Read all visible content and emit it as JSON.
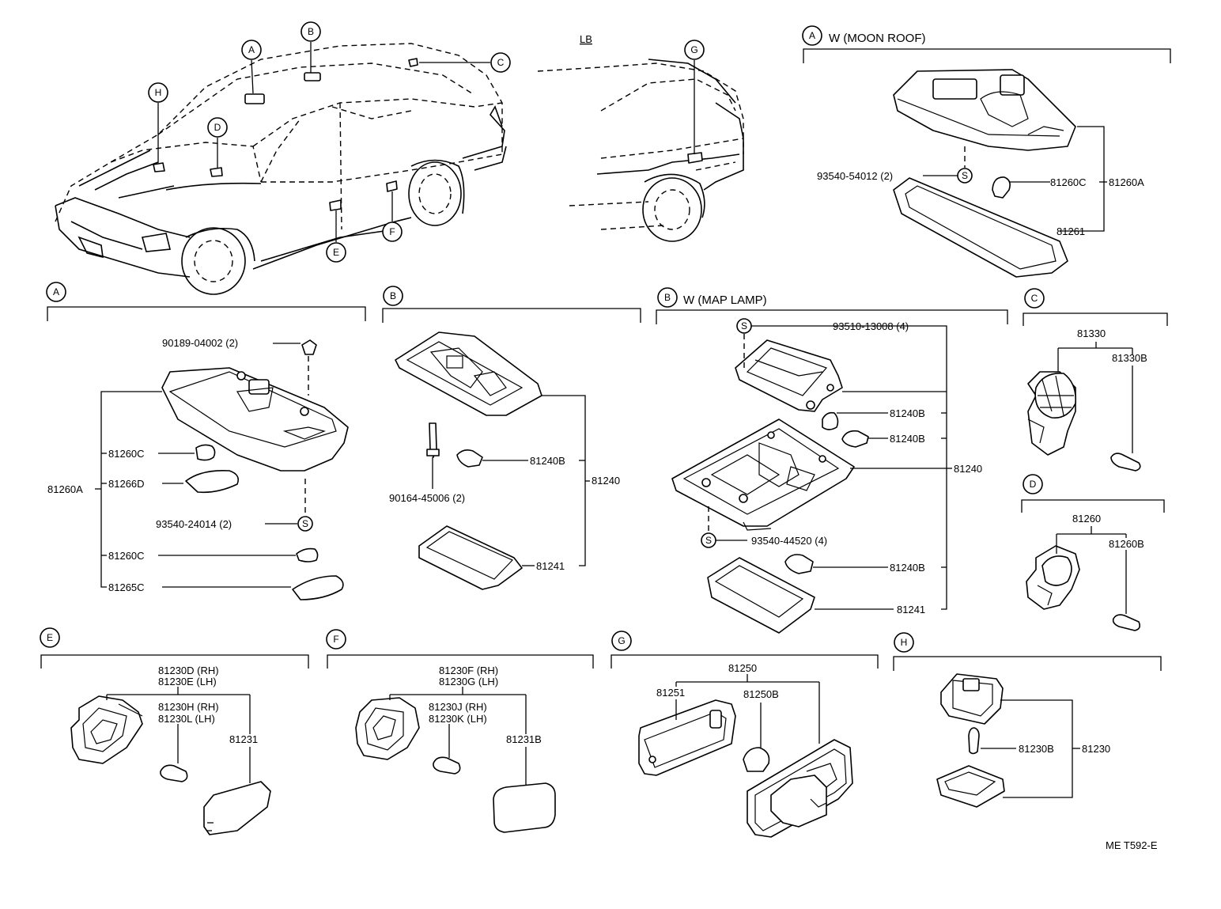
{
  "callouts": {
    "A": "A",
    "B": "B",
    "C": "C",
    "D": "D",
    "E": "E",
    "F": "F",
    "G": "G",
    "H": "H",
    "S": "S"
  },
  "car": {
    "lb_label": "LB"
  },
  "moonroof": {
    "title": "W (MOON ROOF)",
    "parts": {
      "screw": "93540-54012 (2)",
      "bulb": "81260C",
      "assy": "81260A",
      "lens": "81261"
    }
  },
  "dome_a": {
    "parts": {
      "clip": "90189-04002 (2)",
      "bulb1": "81260C",
      "lens1": "81266D",
      "assy": "81260A",
      "screw": "93540-24014 (2)",
      "bulb2": "81260C",
      "lens2": "81265C"
    }
  },
  "dome_b": {
    "parts": {
      "bulb": "81240B",
      "screw": "90164-45006 (2)",
      "assy": "81240",
      "lens": "81241"
    }
  },
  "maplamp": {
    "title": "W (MAP LAMP)",
    "parts": {
      "screw_top": "93510-13008 (4)",
      "bulb1": "81240B",
      "bulb2": "81240B",
      "assy": "81240",
      "screw_bot": "93540-44520 (4)",
      "bulb3": "81240B",
      "lens": "81241"
    }
  },
  "sec_c": {
    "parts": {
      "socket": "81330",
      "bulb": "81330B"
    }
  },
  "sec_d": {
    "parts": {
      "socket": "81260",
      "bulb": "81260B"
    }
  },
  "sec_e": {
    "parts": {
      "assy_rh": "81230D (RH)",
      "assy_lh": "81230E (LH)",
      "bulb_rh": "81230H (RH)",
      "bulb_lh": "81230L (LH)",
      "lens": "81231"
    }
  },
  "sec_f": {
    "parts": {
      "assy_rh": "81230F (RH)",
      "assy_lh": "81230G (LH)",
      "bulb_rh": "81230J (RH)",
      "bulb_lh": "81230K (LH)",
      "lens": "81231B"
    }
  },
  "sec_g": {
    "parts": {
      "assy": "81250",
      "lens": "81251",
      "bulb": "81250B"
    }
  },
  "sec_h": {
    "parts": {
      "bulb": "81230B",
      "assy": "81230"
    }
  },
  "footer": {
    "code": "ME T592-E"
  }
}
